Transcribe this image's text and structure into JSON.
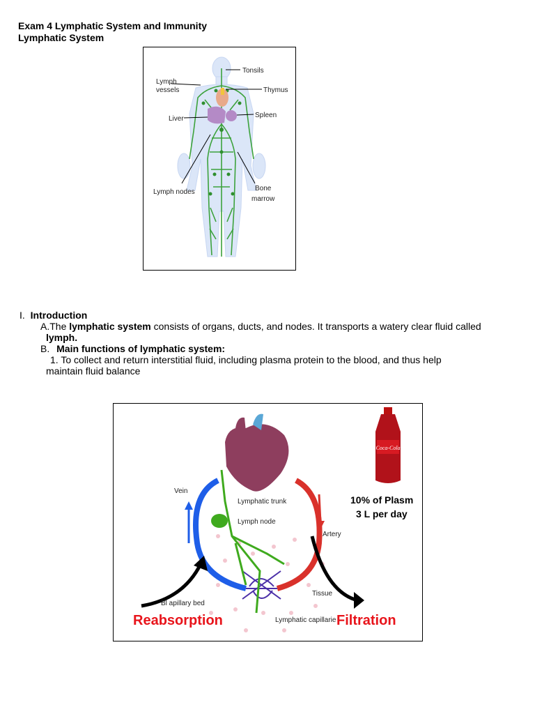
{
  "header": {
    "title_line1": "Exam 4 Lymphatic System and Immunity",
    "title_line2": "Lymphatic System"
  },
  "figure1": {
    "labels": {
      "tonsils": "Tonsils",
      "lymph_vessels_1": "Lymph",
      "lymph_vessels_2": "vessels",
      "thymus": "Thymus",
      "liver": "Liver",
      "spleen": "Spleen",
      "lymph_nodes": "Lymph nodes",
      "bone_marrow_1": "Bone",
      "bone_marrow_2": "marrow"
    }
  },
  "outline": {
    "section_num": "I.",
    "section_title": "Introduction",
    "a_marker": "A.",
    "a_text_prefix": "The ",
    "a_text_bold": "lymphatic system",
    "a_text_suffix": " consists of organs, ducts, and nodes. It transports a watery clear fluid called",
    "a_text_line2": "lymph.",
    "b_marker": "B.",
    "b_text": "Main functions of lymphatic system:",
    "item1_line1": "1.  To collect and return interstitial fluid, including plasma protein to the blood, and thus help",
    "item1_line2": "maintain fluid balance"
  },
  "figure2": {
    "labels": {
      "vein": "Vein",
      "lymphatic_trunk": "Lymphatic trunk",
      "lymph_node": "Lymph node",
      "artery": "Artery",
      "capillary_bed": "Bl     apillary bed",
      "tissue": "Tissue",
      "lymphatic_capillaries": "Lymphatic capillarie",
      "plasma_pct": "10% of Plasm",
      "per_day": "3 L per day",
      "reabsorption": "Reabsorption",
      "filtration": "Filtration",
      "bottle_brand": "Coca-Cola"
    },
    "colors": {
      "red_text": "#e8141b",
      "vein_blue": "#1e5ee8",
      "artery_red": "#d9312b",
      "lymph_green": "#3faa1e"
    }
  }
}
